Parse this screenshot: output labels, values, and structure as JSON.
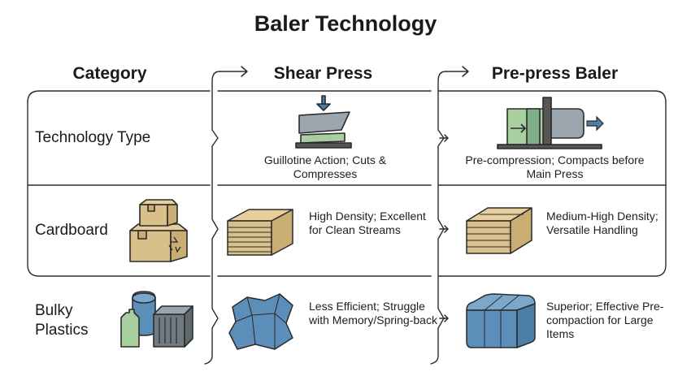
{
  "title": "Baler Technology",
  "headers": {
    "category": "Category",
    "shear": "Shear Press",
    "prepress": "Pre-press Baler"
  },
  "rows": {
    "tech": {
      "label": "Technology Type",
      "shear": "Guillotine Action; Cuts & Compresses",
      "prepress": "Pre-compression; Compacts before Main Press"
    },
    "cardboard": {
      "label": "Cardboard",
      "shear": "High Density; Excellent for Clean Streams",
      "prepress": "Medium-High Density; Versatile Handling"
    },
    "bulky": {
      "label": "Bulky Plastics",
      "shear": "Less Efficient; Struggle with Memory/Spring-back",
      "prepress": "Superior; Effective Pre-compaction for Large Items"
    }
  },
  "colors": {
    "ink": "#2b2b2b",
    "cardboard": "#d9c08a",
    "blue_plastic": "#5b8fb9",
    "steel": "#9aa5ad",
    "green": "#a8cfa0"
  },
  "icons": [
    "guillotine-icon",
    "pre-press-machine-icon",
    "cardboard-boxes-icon",
    "plastics-pile-icon",
    "cardboard-bale-icon",
    "plastic-bale-icon",
    "arrow-icon"
  ]
}
